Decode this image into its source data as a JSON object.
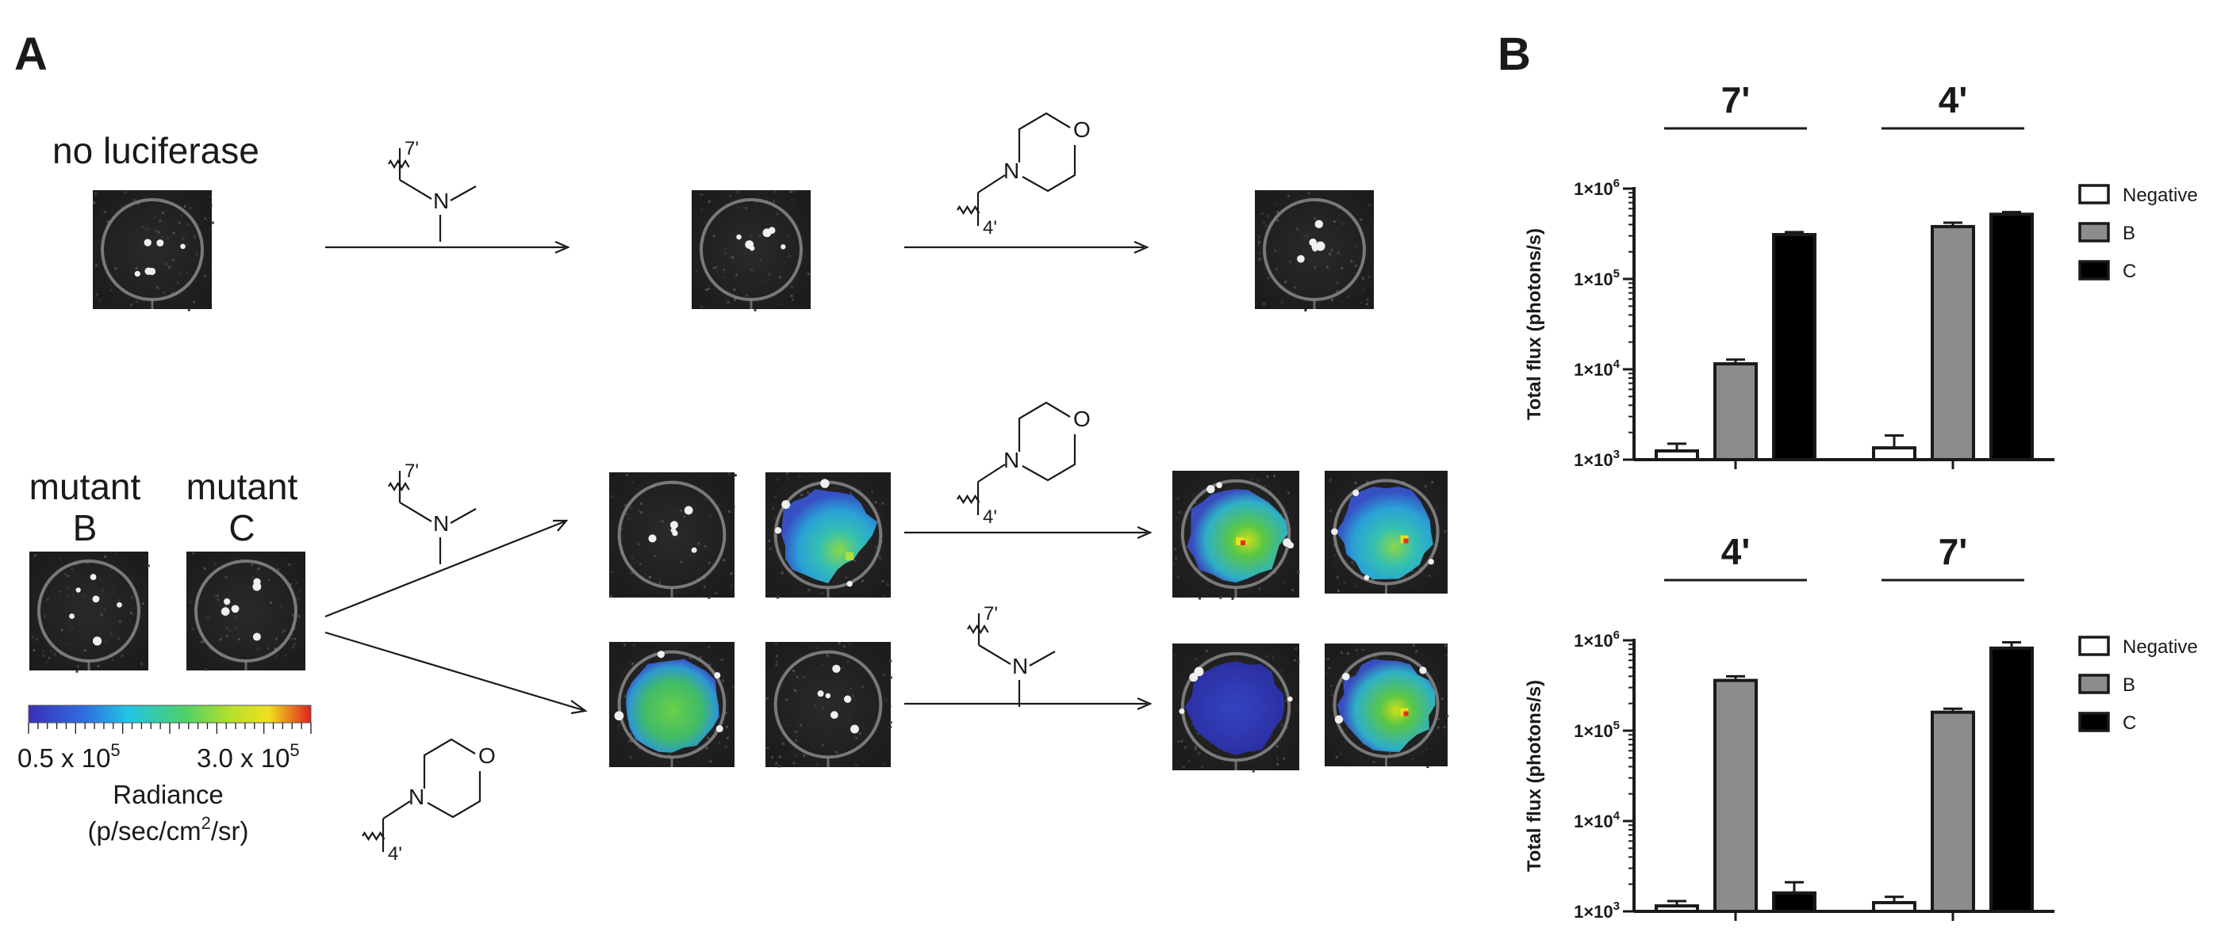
{
  "panel_a": {
    "label": "A",
    "no_luciferase": "no luciferase",
    "mutant_b": [
      "mutant",
      "B"
    ],
    "mutant_c": [
      "mutant",
      "C"
    ],
    "colorbar": {
      "min_label": "0.5 x 10",
      "min_exp": "5",
      "max_label": "3.0 x 10",
      "max_exp": "5",
      "title": "Radiance",
      "units_pre": "(p/sec/cm",
      "units_sup": "2",
      "units_post": "/sr)"
    },
    "substrates": {
      "dimethylamino_position": "7'",
      "morpholino_position": "4'",
      "n_atom": "N",
      "o_atom": "O"
    }
  },
  "panel_b": {
    "label": "B",
    "legend": [
      "Negative",
      "B",
      "C"
    ],
    "series_colors": {
      "Negative": "#ffffff",
      "B": "#8c8c8c",
      "C": "#000000"
    },
    "ylabel": "Total flux (photons/s)",
    "y_ticks": [
      {
        "base": "1×10",
        "exp": "3"
      },
      {
        "base": "1×10",
        "exp": "4"
      },
      {
        "base": "1×10",
        "exp": "5"
      },
      {
        "base": "1×10",
        "exp": "6"
      }
    ]
  },
  "chart_data": [
    {
      "type": "bar",
      "yscale": "log",
      "ylim": [
        1000,
        1000000
      ],
      "ylabel": "Total flux (photons/s)",
      "groups": [
        "7'",
        "4'"
      ],
      "series": [
        {
          "name": "Negative",
          "values": [
            1250,
            1350
          ],
          "errors": [
            1500,
            1850
          ]
        },
        {
          "name": "B",
          "values": [
            11500,
            380000
          ],
          "errors": [
            12800,
            420000
          ]
        },
        {
          "name": "C",
          "values": [
            310000,
            520000
          ],
          "errors": [
            330000,
            550000
          ]
        }
      ],
      "legend_position": "right"
    },
    {
      "type": "bar",
      "yscale": "log",
      "ylim": [
        1000,
        1000000
      ],
      "ylabel": "Total flux (photons/s)",
      "groups": [
        "4'",
        "7'"
      ],
      "series": [
        {
          "name": "Negative",
          "values": [
            1150,
            1250
          ],
          "errors": [
            1300,
            1450
          ]
        },
        {
          "name": "B",
          "values": [
            360000,
            160000
          ],
          "errors": [
            400000,
            175000
          ]
        },
        {
          "name": "C",
          "values": [
            1600,
            820000
          ],
          "errors": [
            2100,
            950000
          ]
        }
      ],
      "legend_position": "right"
    }
  ]
}
